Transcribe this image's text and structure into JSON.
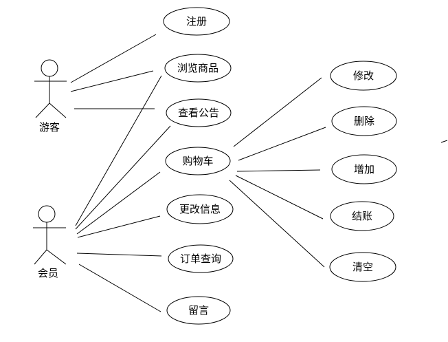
{
  "actors": [
    {
      "label": "游客"
    },
    {
      "label": "会员"
    }
  ],
  "use_cases": [
    {
      "label": "注册"
    },
    {
      "label": "浏览商品"
    },
    {
      "label": "查看公告"
    },
    {
      "label": "购物车"
    },
    {
      "label": "更改信息"
    },
    {
      "label": "订单查询"
    },
    {
      "label": "留言"
    }
  ],
  "cart_actions": [
    {
      "label": "修改"
    },
    {
      "label": "删除"
    },
    {
      "label": "增加"
    },
    {
      "label": "结账"
    },
    {
      "label": "清空"
    }
  ]
}
